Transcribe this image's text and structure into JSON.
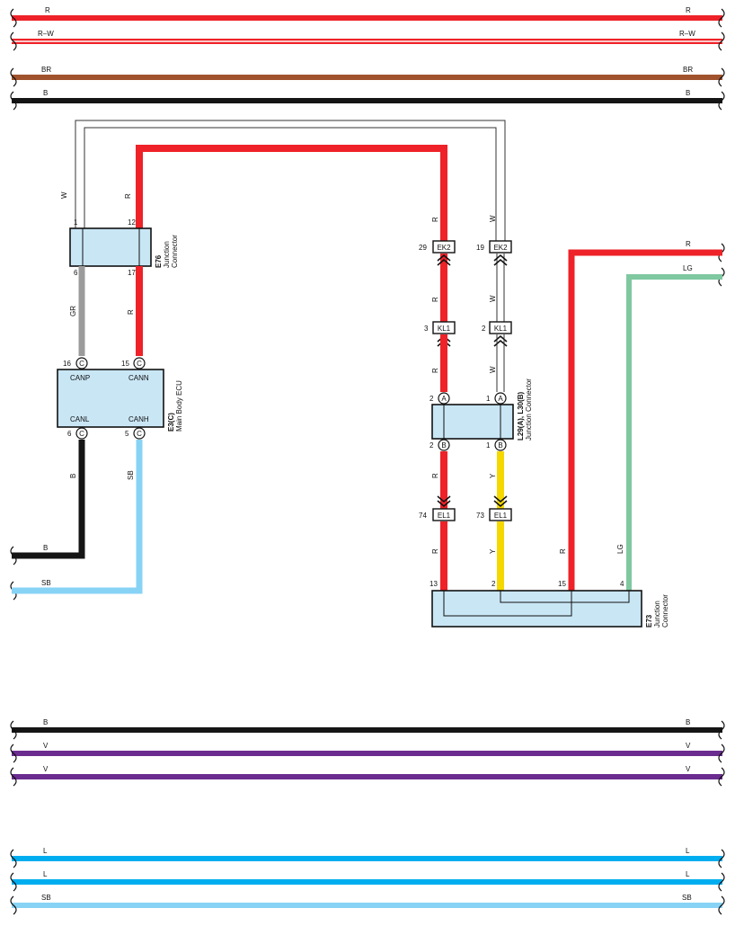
{
  "colors": {
    "R": "#ee2228",
    "R-W": "#ee2228",
    "BR": "#a0522d",
    "B": "#151515",
    "W": "#ffffff",
    "GR": "#9b9b9b",
    "SB": "#87d3f5",
    "LG": "#7fc8a0",
    "Y": "#f5d800",
    "V": "#6b2c8f",
    "L": "#00aeef",
    "component_fill": "#c9e6f5"
  },
  "bus_lines": [
    {
      "code": "R",
      "left_label": "R",
      "right_label": "R"
    },
    {
      "code": "R-W",
      "left_label": "R–W",
      "right_label": "R–W"
    },
    {
      "code": "BR",
      "left_label": "BR",
      "right_label": "BR"
    },
    {
      "code": "B",
      "left_label": "B",
      "right_label": "B"
    },
    {
      "code": "B",
      "left_label": "B",
      "right_label": "B"
    },
    {
      "code": "V",
      "left_label": "V",
      "right_label": "V"
    },
    {
      "code": "V",
      "left_label": "V",
      "right_label": "V"
    },
    {
      "code": "L",
      "left_label": "L",
      "right_label": "L"
    },
    {
      "code": "L",
      "left_label": "L",
      "right_label": "L"
    },
    {
      "code": "SB",
      "left_label": "SB",
      "right_label": "SB"
    }
  ],
  "components": {
    "e76": {
      "id": "E76",
      "name": "Junction",
      "name2": "Connector",
      "pins": [
        "1",
        "12",
        "6",
        "17"
      ]
    },
    "e3": {
      "id": "E3(C)",
      "name": "Main Body ECU",
      "pins": [
        "16",
        "15",
        "6",
        "5"
      ],
      "pin_letter": "C",
      "signals": [
        "CANP",
        "CANN",
        "CANL",
        "CANH"
      ]
    },
    "l29": {
      "id": "L29(A), L30(B)",
      "name": "Junction Connector",
      "pins": [
        "2",
        "1",
        "2",
        "1"
      ],
      "letters": [
        "A",
        "A",
        "B",
        "B"
      ]
    },
    "e73": {
      "id": "E73",
      "name": "Junction",
      "name2": "Connector",
      "pins": [
        "13",
        "2",
        "15",
        "4"
      ]
    }
  },
  "connectors": {
    "ek2_left": {
      "pin": "29",
      "name": "EK2"
    },
    "ek2_right": {
      "pin": "19",
      "name": "EK2"
    },
    "kl1_left": {
      "pin": "3",
      "name": "KL1"
    },
    "kl1_right": {
      "pin": "2",
      "name": "KL1"
    },
    "el1_left": {
      "pin": "74",
      "name": "EL1"
    },
    "el1_right": {
      "pin": "73",
      "name": "EL1"
    }
  },
  "wire_labels": {
    "w_left": "W",
    "r_top": "R",
    "gr": "GR",
    "r_mid": "R",
    "b_ecu": "B",
    "sb_ecu": "SB",
    "r_ek2_top": "R",
    "w_ek2_top": "W",
    "r_kl1": "R",
    "w_kl1": "W",
    "r_l29": "R",
    "w_l29": "W",
    "r_el1": "R",
    "y_el1": "Y",
    "r_e73a": "R",
    "y_e73": "Y",
    "r_e73b": "R",
    "lg_e73": "LG",
    "b_exit": "B",
    "sb_exit": "SB",
    "r_exit": "R",
    "lg_exit": "LG"
  }
}
